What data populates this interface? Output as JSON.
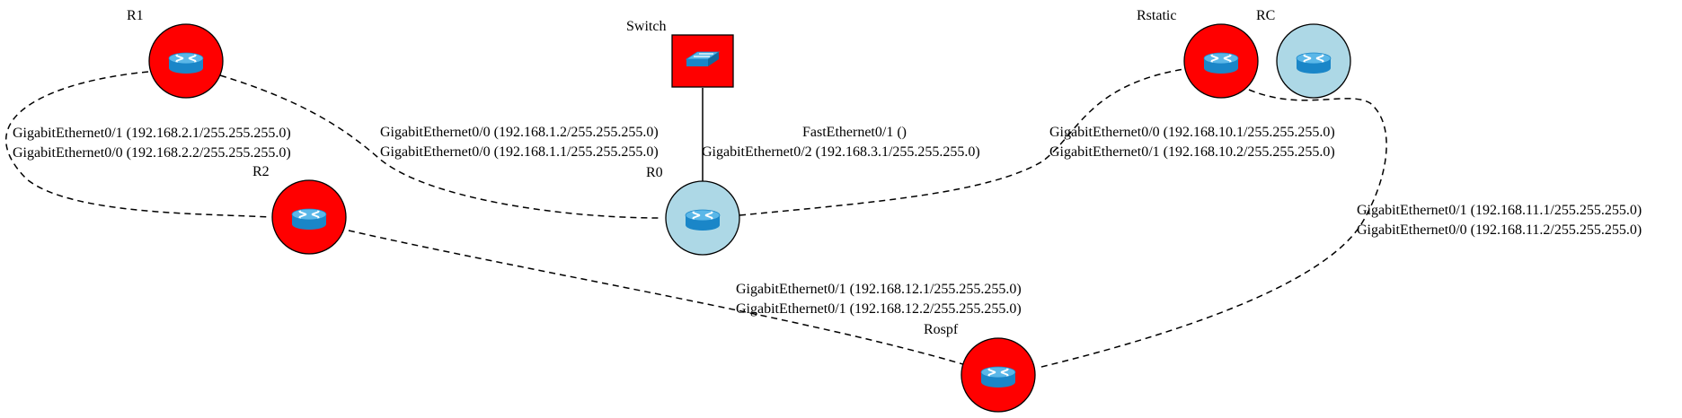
{
  "diagram": {
    "nodes": [
      {
        "id": "R1",
        "label": "R1",
        "kind": "router",
        "highlighted": true
      },
      {
        "id": "R2",
        "label": "R2",
        "kind": "router",
        "highlighted": true
      },
      {
        "id": "Switch",
        "label": "Switch",
        "kind": "switch",
        "highlighted": true
      },
      {
        "id": "R0",
        "label": "R0",
        "kind": "router",
        "highlighted": false
      },
      {
        "id": "Rstatic",
        "label": "Rstatic",
        "kind": "router",
        "highlighted": true
      },
      {
        "id": "RC",
        "label": "RC",
        "kind": "router",
        "highlighted": false
      },
      {
        "id": "Rospf",
        "label": "Rospf",
        "kind": "router",
        "highlighted": true
      }
    ],
    "links": [
      {
        "from": "R1",
        "to": "R2",
        "style": "dashed",
        "labels": [
          "GigabitEthernet0/1 (192.168.2.1/255.255.255.0)",
          "GigabitEthernet0/0 (192.168.2.2/255.255.255.0)"
        ]
      },
      {
        "from": "R1",
        "to": "R0",
        "style": "dashed",
        "labels": [
          "GigabitEthernet0/0 (192.168.1.2/255.255.255.0)",
          "GigabitEthernet0/0 (192.168.1.1/255.255.255.0)"
        ]
      },
      {
        "from": "Switch",
        "to": "R0",
        "style": "solid",
        "labels": [
          "FastEthernet0/1 ()",
          "GigabitEthernet0/2 (192.168.3.1/255.255.255.0)"
        ]
      },
      {
        "from": "R0",
        "to": "Rstatic",
        "style": "dashed",
        "labels": [
          "GigabitEthernet0/0 (192.168.10.1/255.255.255.0)",
          "GigabitEthernet0/1 (192.168.10.2/255.255.255.0)"
        ]
      },
      {
        "from": "Rstatic",
        "to": "Rospf",
        "style": "dashed",
        "labels": [
          "GigabitEthernet0/1 (192.168.11.1/255.255.255.0)",
          "GigabitEthernet0/0 (192.168.11.2/255.255.255.0)"
        ]
      },
      {
        "from": "R2",
        "to": "Rospf",
        "style": "dashed",
        "labels": [
          "GigabitEthernet0/1 (192.168.12.1/255.255.255.0)",
          "GigabitEthernet0/1 (192.168.12.2/255.255.255.0)"
        ]
      }
    ]
  },
  "colors": {
    "highlight_fill": "#ff0000",
    "normal_fill": "#add8e6",
    "icon_body": "#1a86c8",
    "icon_top": "#5ab7e8",
    "line": "#000000"
  }
}
